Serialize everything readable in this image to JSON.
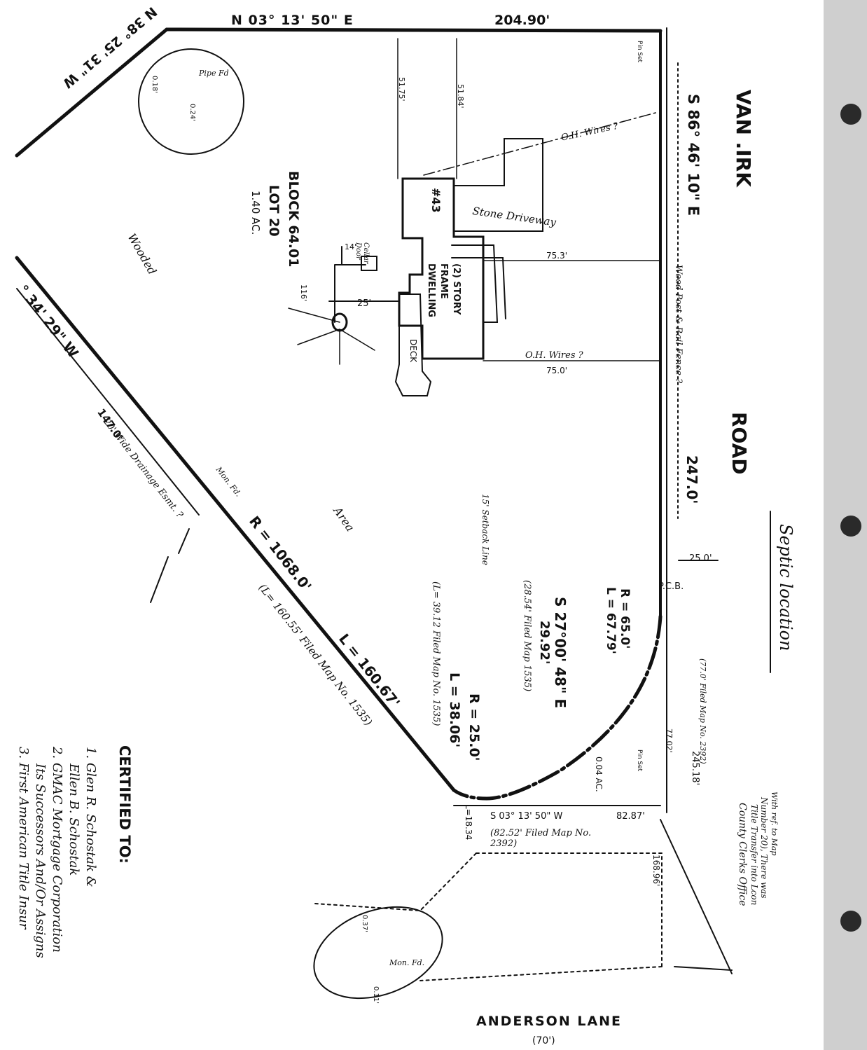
{
  "survey": {
    "bearings": {
      "north_line": "N 03° 13' 50\" E",
      "north_line_dist": "204.90'",
      "nw_line": "N 38° 25' 31\" W",
      "east_line": "S 86° 46' 10\" E",
      "sw_line": "° 34' 29\" W",
      "curve_chord": "S 27°00' 48\" E",
      "curve_chord_dist": "29.92'",
      "south_line": "S 03° 13' 50\" W",
      "south_line_dist": "82.87'",
      "road_frontage": "247.0'"
    },
    "curves": {
      "big_radius": "R = 1068.0'",
      "big_length": "L = 160.67'",
      "big_filed": "(L= 160.55' Filed Map No. 1535)",
      "small_radius": "R = 25.0'",
      "small_length": "L = 38.06'",
      "small_filed": "(L= 39.12 Filed Map No. 1535)",
      "corner_radius": "R = 65.0'",
      "corner_length": "L = 67.79'",
      "chord_filed": "(28.54' Filed Map 1535)",
      "pcb": "P.C.B.",
      "short_l": "L=18.34",
      "filed_south": "(82.52' Filed Map No. 2392)"
    },
    "roads": {
      "van_kirk": "VAN   .IRK",
      "road": "ROAD",
      "anderson": "ANDERSON   LANE",
      "anderson_sub": "(70')"
    },
    "lot": {
      "block": "BLOCK  64.01",
      "lot": "LOT  20",
      "acres": "1.40 AC.",
      "wooded": "Wooded",
      "area": "Area",
      "small_acres": "0.04 AC."
    },
    "building": {
      "house_no": "#43",
      "dwelling": "(2) STORY FRAME DWELLING",
      "deck": "DECK",
      "driveway": "Stone Driveway",
      "cellar": "Cellar Door",
      "setback_75_3": "75.3'",
      "setback_75_0": "75.0'",
      "setback_25": "25'",
      "dim_14": "14'",
      "dim_116": "116'",
      "dim_5175": "51.75'",
      "dim_5184": "51.84'"
    },
    "notes": {
      "oh_wires_1": "O.H. Wires ?",
      "oh_wires_2": "O.H. Wires ?",
      "fence": "Wood Post & Rail Fence ?",
      "setback": "15' Setback Line",
      "drainage": "20' Wide Drainage Esmt. ?",
      "pipe_fd": "Pipe Fd",
      "pin_set_1": "Pin Set",
      "pin_set_2": "Pin Set",
      "mon_fd_1": "Mon. Fd.",
      "mon_fd_2": "Mon. Fd.",
      "dim_25_0": "25.0'",
      "dim_77_0": "(77.0' Filed Map No. 2392)",
      "dim_77_02": "77.02'",
      "dim_245_18": "245.18'",
      "dim_168": "168.96'",
      "dim_147": "147.0'",
      "septic": "Septic location",
      "clerk_1": "With ref. to Map",
      "clerk_2": "Number 20), There was",
      "clerk_3": "Title Transfer into Lcon",
      "clerk_4": "County Clerks Office",
      "off_018": "0.18'",
      "off_024": "0.24'",
      "off_037": "0.37'",
      "off_011": "0.11'"
    },
    "certified": {
      "heading": "CERTIFIED  TO:",
      "items": [
        "1. Glen R. Schostak &",
        "Ellen B. Schostak",
        "2. GMAC Mortgage Corporation",
        "Its Successors And/Or Assigns",
        "3. First American Title Insur"
      ]
    }
  }
}
